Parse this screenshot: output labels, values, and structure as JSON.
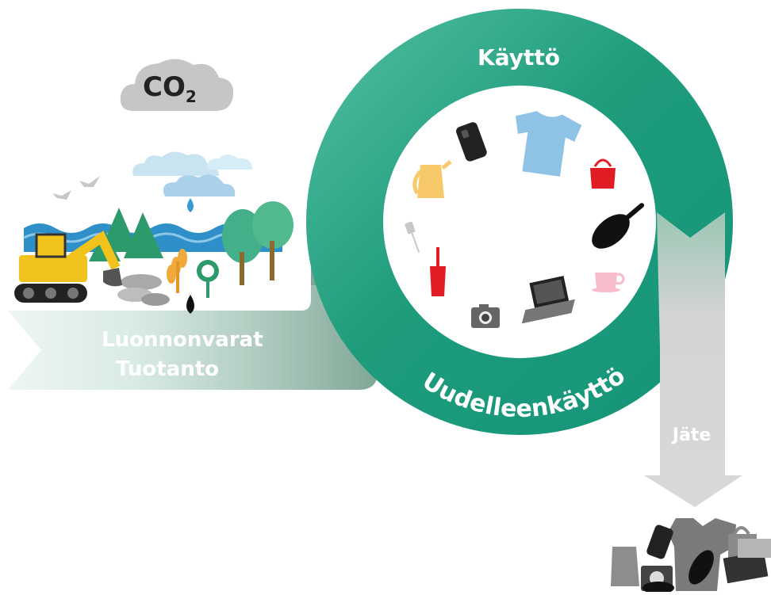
{
  "diagram": {
    "co2_label": "CO",
    "co2_subscript": "2",
    "resources_line1": "Luonnonvarat",
    "resources_line2": "Tuotanto",
    "use_label": "Käyttö",
    "reuse_label": "Uudelleenkäyttö",
    "waste_label": "Jäte"
  },
  "colors": {
    "ring": "#1a9a7a",
    "ring_light": "#47b99a",
    "flow_light": "#e6f1ec",
    "flow_mid": "#8fb5a6",
    "waste_arrow": "#d8d8d8",
    "cloud": "#c6c6c6",
    "water": "#2f8fc8",
    "tree": "#2c9a6a",
    "excavator": "#f1c21b",
    "shirt": "#8fc3e6",
    "bag": "#e01d25",
    "kettle": "#f7c96b",
    "cup": "#f6bcc9"
  },
  "icons": {
    "cloud": "cloud-icon",
    "excavator": "excavator-icon",
    "phone": "phone-icon",
    "shirt": "t-shirt-icon",
    "handbag": "handbag-icon",
    "kettle": "kettle-icon",
    "frying_pan": "frying-pan-icon",
    "fork": "fork-icon",
    "spatula": "spatula-icon",
    "camera": "camera-icon",
    "laptop": "laptop-icon",
    "cup": "cup-icon",
    "waste_pile": "waste-pile-icon"
  }
}
